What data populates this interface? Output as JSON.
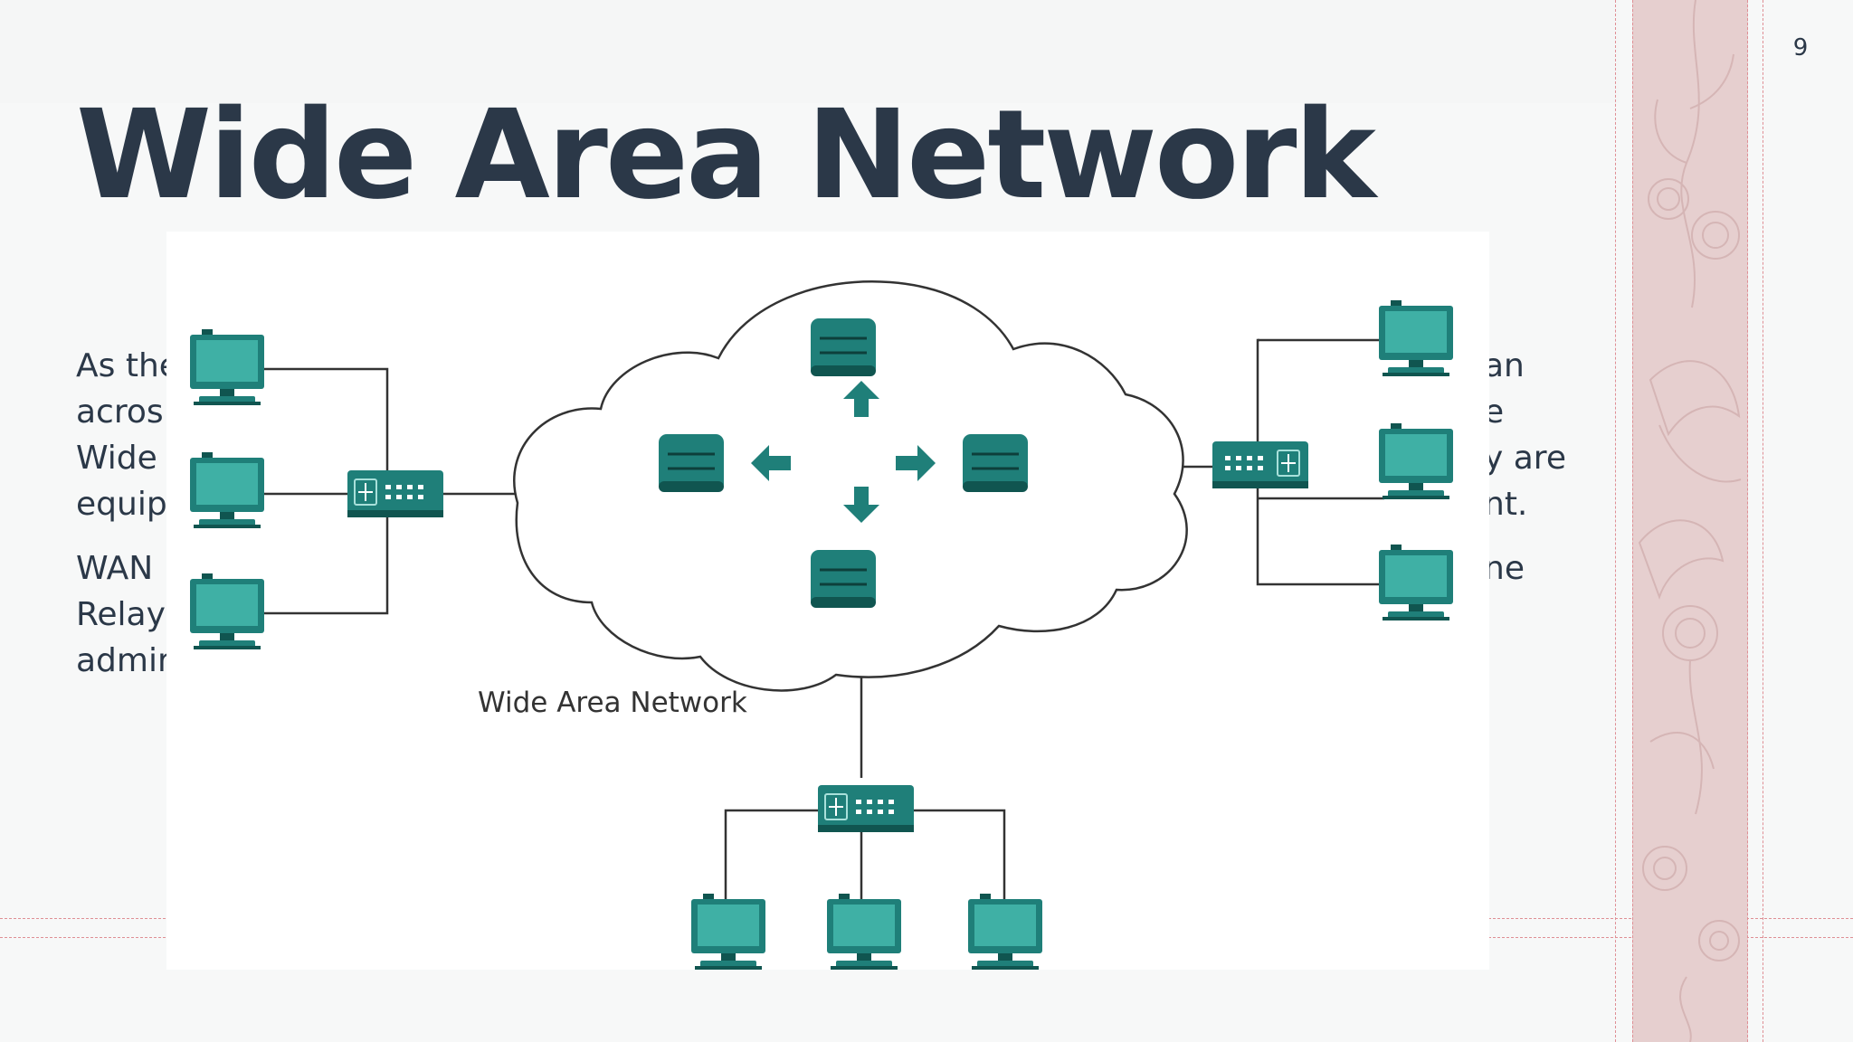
{
  "slide": {
    "title": "Wide Area Network",
    "page_number": "9"
  },
  "body_fragments": {
    "left": [
      "As the",
      "acros",
      "Wide",
      "equip",
      "WAN",
      "Relay,",
      "admir"
    ],
    "right": [
      "an",
      "e",
      "y are",
      "nt.",
      "ne"
    ]
  },
  "diagram": {
    "caption": "Wide Area Network",
    "colors": {
      "device": "#1f7f79",
      "device_dark": "#105550",
      "screen": "#3fb0a5",
      "line": "#333333",
      "cloud_stroke": "#333333"
    },
    "icons": [
      "computer-icon",
      "switch-icon",
      "router-icon",
      "arrow-up-icon",
      "arrow-down-icon",
      "arrow-left-icon",
      "arrow-right-icon",
      "cloud-shape"
    ]
  },
  "decoration": {
    "strip_color": "#e6cfcf",
    "dash_color": "#df8f95"
  }
}
